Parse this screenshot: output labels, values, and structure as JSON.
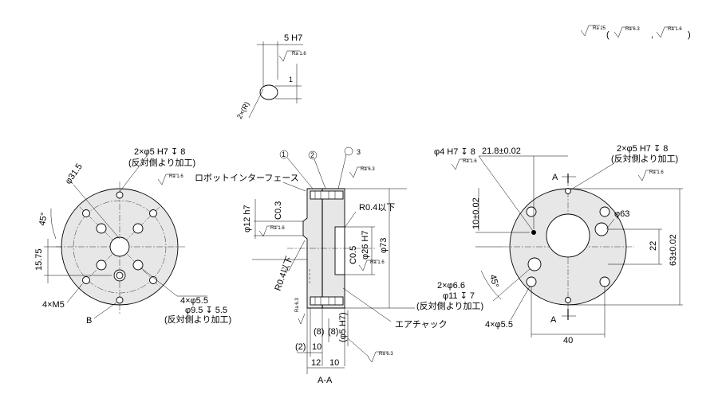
{
  "surface_finish": {
    "general": "Ra 25",
    "paren_open": "(",
    "ra_6_3": "Ra 6.3",
    "comma": ",",
    "ra_1_6": "Ra 1.6",
    "paren_close": ")"
  },
  "detail_view": {
    "width_dim": "5 H7",
    "ra": "Ra 1.6",
    "depth_dim": "1",
    "radius_note": "2×(R)"
  },
  "left_view": {
    "pcd": "φ31.5",
    "angle": "45°",
    "dim_15_75": "15.75",
    "tapped": "4×M5",
    "callout_b": "B",
    "pin_note_line1": "2×φ5 H7 ↧ 8",
    "pin_note_line2": "(反対側より加工)",
    "pin_ra": "Ra 1.6",
    "cb_line1": "4×φ5.5",
    "cb_line2": "φ9.5 ↧ 5.5",
    "cb_line3": "(反対側より加工)"
  },
  "section_view": {
    "balloon1": "1",
    "balloon2": "2",
    "balloon3": "3",
    "ra_top": "Ra 6.3",
    "robot_interface": "ロボットインターフェース",
    "phi12": "φ12 h7",
    "c03": "C0.3",
    "ra_left": "Ra 1.6",
    "r04_top": "R0.4以下",
    "c05": "C0.5",
    "phi26": "φ26 H7",
    "phi73": "φ73",
    "ra_mid": "Ra 1.6",
    "r04_left": "R0.4以下",
    "ra_bottom_left": "Ra 6.3",
    "d8a": "(8)",
    "d8b": "(8)",
    "d2": "(2)",
    "d10a": "10",
    "d12": "12",
    "d10b": "10",
    "section_label": "A-A",
    "phi5": "(φ5 H7)",
    "air_chuck": "エアチャック",
    "ra_bottom_right": "Ra 6.3"
  },
  "right_view": {
    "phi4": "φ4 H7 ↧ 8",
    "ra_phi4": "Ra 1.6",
    "d21_8": "21.8±0.02",
    "pin_note_line1": "2×φ5 H7 ↧ 8",
    "pin_note_line2": "(反対側より加工)",
    "pin_ra": "Ra 1.6",
    "section_a_top": "A",
    "d10": "10±0.02",
    "phi63": "φ63",
    "d22": "22",
    "d63": "63±0.02",
    "hole_line1": "2×φ6.6",
    "hole_line2": "φ11 ↧ 7",
    "hole_line3": "(反対側より加工)",
    "angle": "45°",
    "holes_55": "4×φ5.5",
    "section_a_bottom": "A",
    "d40": "40"
  }
}
